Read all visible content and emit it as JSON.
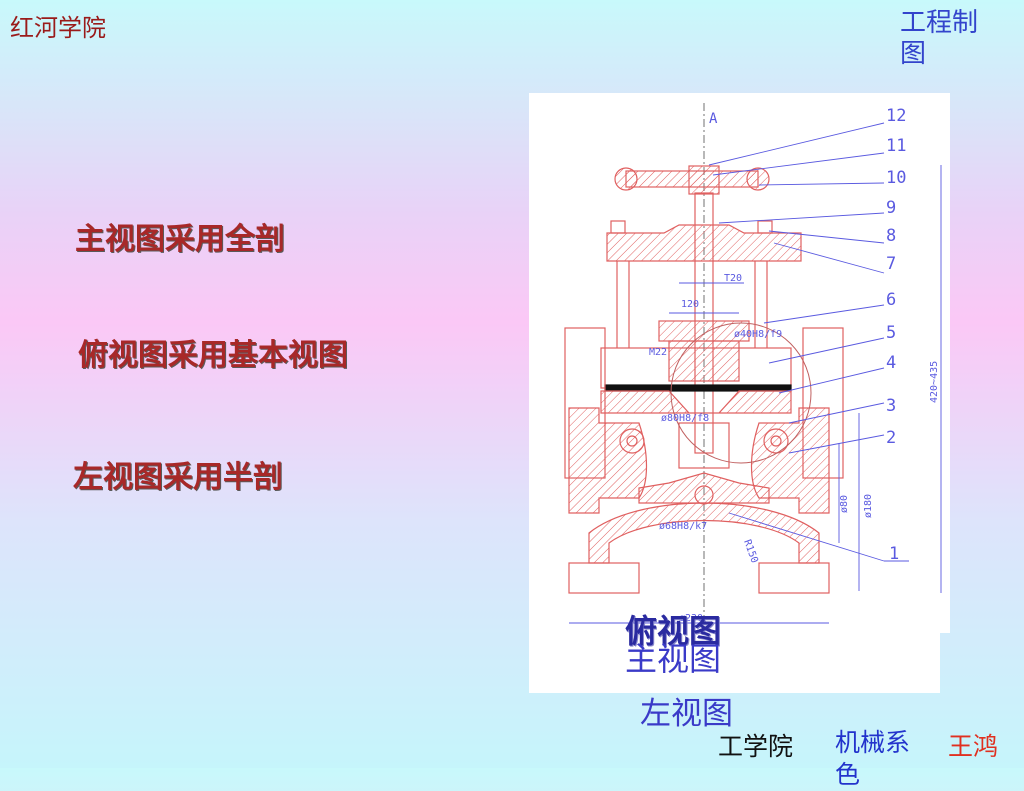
{
  "header": {
    "school": "红河学院",
    "course": "工程制图"
  },
  "bullets": [
    "主视图采用全剖",
    "俯视图采用基本视图",
    "左视图采用半剖"
  ],
  "drawing": {
    "part_numbers": [
      "12",
      "11",
      "10",
      "9",
      "8",
      "7",
      "6",
      "5",
      "4",
      "3",
      "2",
      "1"
    ],
    "section_label": "A",
    "dims": [
      "T20",
      "120",
      "ø40H8/f9",
      "M22",
      "ø80H8/f8",
      "ø68H8/k7",
      "R150",
      "ø80",
      "ø180",
      "420~435",
      "ø230"
    ]
  },
  "view_labels": {
    "top": "俯视图",
    "front": "主视图",
    "left": "左视图"
  },
  "footer": {
    "college": "工学院",
    "dept": "机械系",
    "dept_tail": "色",
    "author": "王鸿"
  },
  "colors": {
    "drawing_red": "#e06060",
    "drawing_blue": "#5a5ae0"
  }
}
